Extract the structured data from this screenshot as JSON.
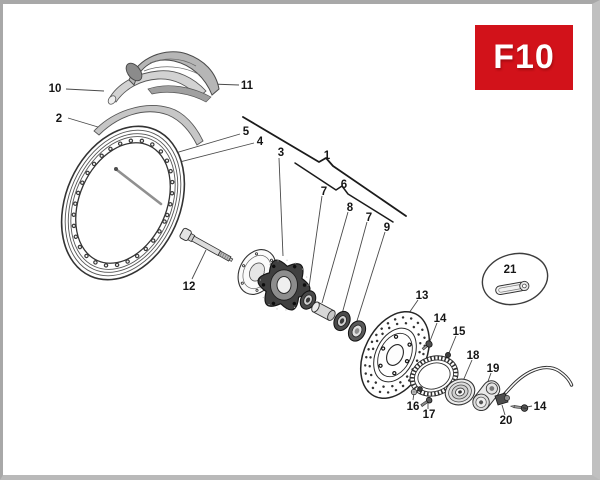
{
  "badge": {
    "code": "F10"
  },
  "colors": {
    "badge_bg": "#d2121a",
    "badge_text": "#ffffff",
    "line_color": "#333333"
  },
  "labels": [
    {
      "text": "1"
    },
    {
      "text": "2"
    },
    {
      "text": "3"
    },
    {
      "text": "4"
    },
    {
      "text": "5"
    },
    {
      "text": "6"
    },
    {
      "text": "7"
    },
    {
      "text": "7"
    },
    {
      "text": "8"
    },
    {
      "text": "9"
    },
    {
      "text": "10"
    },
    {
      "text": "11"
    },
    {
      "text": "12"
    },
    {
      "text": "13"
    },
    {
      "text": "14"
    },
    {
      "text": "14"
    },
    {
      "text": "15"
    },
    {
      "text": "16"
    },
    {
      "text": "17"
    },
    {
      "text": "18"
    },
    {
      "text": "19"
    },
    {
      "text": "20"
    },
    {
      "text": "21"
    }
  ]
}
